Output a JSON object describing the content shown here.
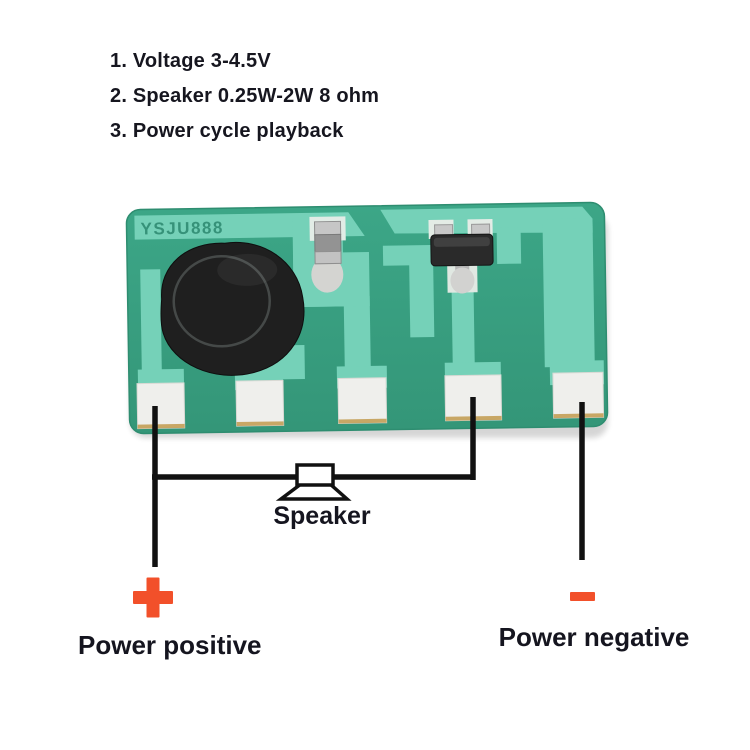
{
  "specs": {
    "items": [
      "1. Voltage 3-4.5V",
      "2. Speaker 0.25W-2W 8 ohm",
      "3. Power cycle playback"
    ]
  },
  "board": {
    "marking": "YSJU888",
    "pad_count": "5"
  },
  "wiring": {
    "speaker_label": "Speaker",
    "positive_label": "Power positive",
    "negative_label": "Power negative",
    "plus_symbol": "+",
    "minus_symbol": "-"
  },
  "icons": {
    "speaker": "speaker-symbol",
    "plus": "plus-icon",
    "minus": "minus-icon"
  },
  "colors": {
    "accent_orange": "#F2502A",
    "board_green": "#3AA184",
    "trace_mint": "#75D1B8",
    "pad_silver": "#EFEFEC",
    "wire_black": "#111111",
    "text_dark": "#16161F"
  }
}
